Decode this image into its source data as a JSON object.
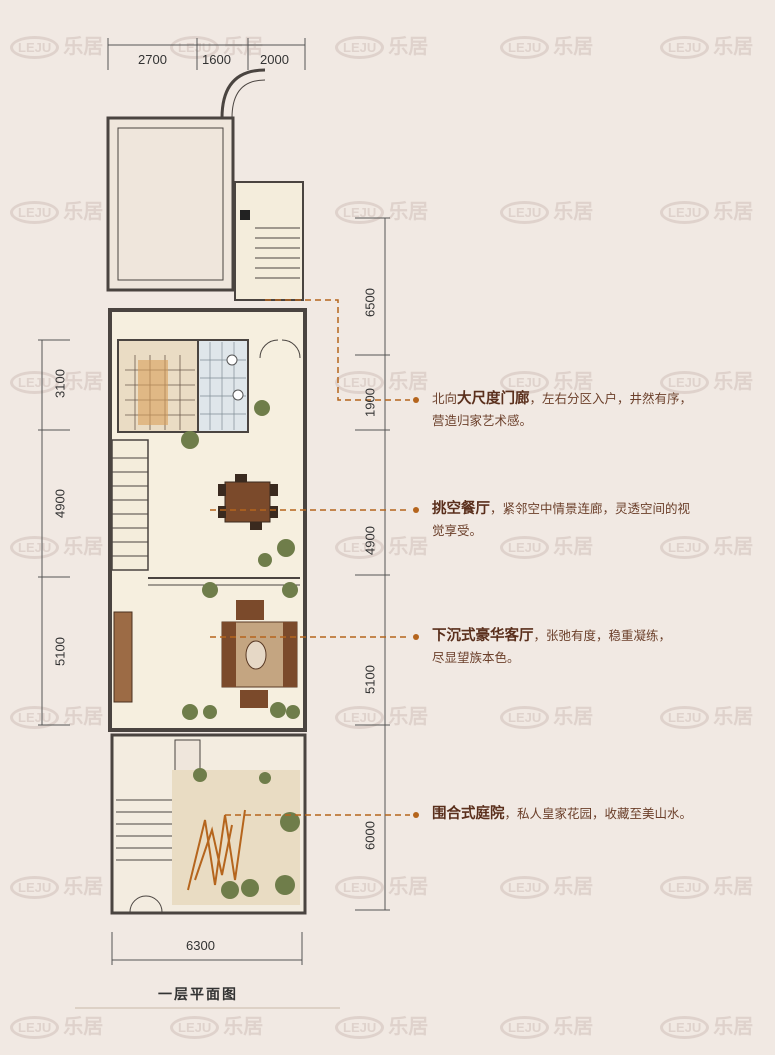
{
  "dims_top": [
    "2700",
    "1600",
    "2000"
  ],
  "dims_bottom": [
    "6300"
  ],
  "dims_left": [
    "3100",
    "4900",
    "5100"
  ],
  "dims_right": [
    "6500",
    "1900",
    "4900",
    "5100",
    "6000"
  ],
  "callouts": [
    {
      "title": "北向大尺度门廊",
      "lead": "北向",
      "bold": "大尺度门廊",
      "text1": "，左右分区入户，井然有序，",
      "text2": "营造归家艺术感。"
    },
    {
      "title": "挑空餐厅",
      "lead": "",
      "bold": "挑空餐厅",
      "text1": "，紧邻空中情景连廊，灵透空间的视",
      "text2": "觉享受。"
    },
    {
      "title": "下沉式豪华客厅",
      "lead": "",
      "bold": "下沉式豪华客厅",
      "text1": "，张弛有度，稳重凝练，",
      "text2": "尽显望族本色。"
    },
    {
      "title": "围合式庭院",
      "lead": "",
      "bold": "围合式庭院",
      "text1": "，私人皇家花园，收藏至美山水。",
      "text2": ""
    }
  ],
  "plan_title": "一层平面图",
  "watermark": {
    "logo": "LEJU",
    "text": "乐居"
  },
  "colors": {
    "wall": "#4a4440",
    "floor": "#f4eddc",
    "accent": "#b5651d",
    "furniture": "#8a5a3a",
    "tree": "#6f7d4a"
  }
}
